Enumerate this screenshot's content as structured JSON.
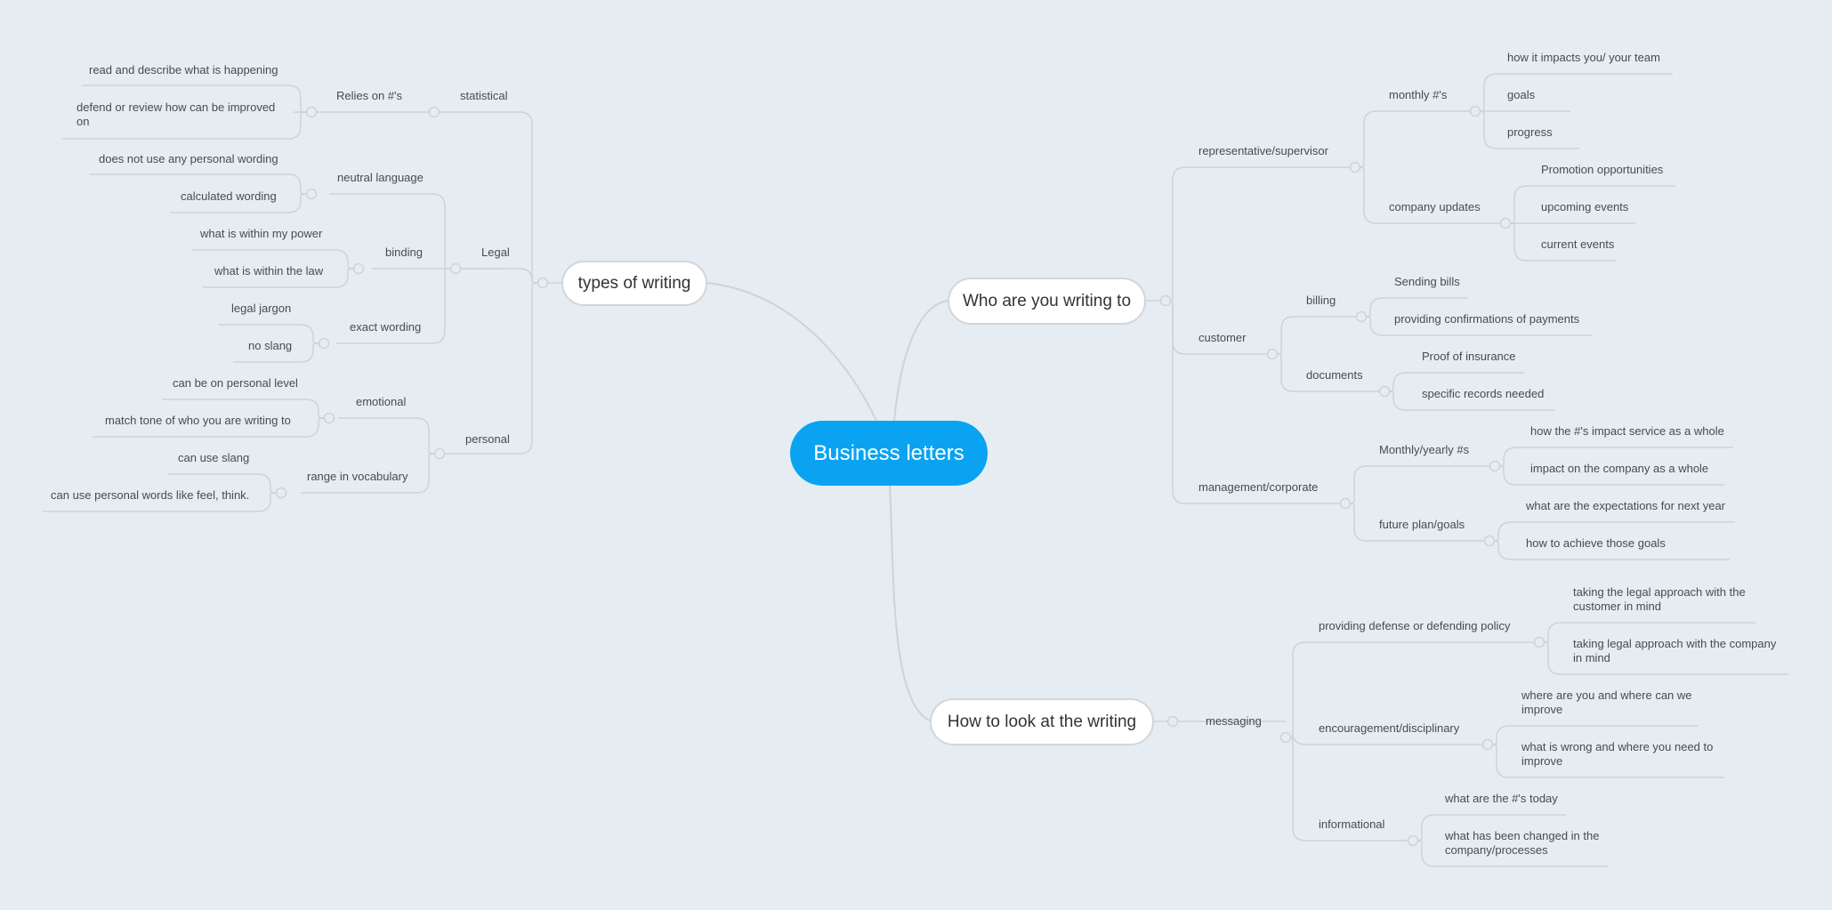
{
  "root": "Business letters",
  "branches": {
    "types_of_writing": {
      "label": "types of writing",
      "statistical": {
        "label": "statistical",
        "relies": {
          "label": "Relies on #'s",
          "items": [
            "read and describe what is happening",
            "defend or review how can be improved on"
          ]
        }
      },
      "legal": {
        "label": "Legal",
        "neutral": {
          "label": "neutral language",
          "items": [
            "does not use any personal wording",
            "calculated wording"
          ]
        },
        "binding": {
          "label": "binding",
          "items": [
            "what is within my power",
            "what is within the law"
          ]
        },
        "exact": {
          "label": "exact wording",
          "items": [
            "legal jargon",
            "no slang"
          ]
        }
      },
      "personal": {
        "label": "personal",
        "emotional": {
          "label": "emotional",
          "items": [
            "can be on personal level",
            "match tone of who you are writing to"
          ]
        },
        "range": {
          "label": "range in vocabulary",
          "items": [
            "can use slang",
            "can use personal words like feel, think."
          ]
        }
      }
    },
    "who": {
      "label": "Who are you writing to",
      "rep": {
        "label": "representative/supervisor",
        "monthly": {
          "label": "monthly #'s",
          "items": [
            "how it impacts you/ your team",
            "goals",
            "progress"
          ]
        },
        "updates": {
          "label": "company updates",
          "items": [
            "Promotion opportunities",
            "upcoming events",
            "current events"
          ]
        }
      },
      "customer": {
        "label": "customer",
        "billing": {
          "label": "billing",
          "items": [
            "Sending bills",
            "providing confirmations of payments"
          ]
        },
        "documents": {
          "label": "documents",
          "items": [
            "Proof of insurance",
            "specific records needed"
          ]
        }
      },
      "mgmt": {
        "label": "management/corporate",
        "monthly": {
          "label": "Monthly/yearly #s",
          "items": [
            "how the #'s impact service as a whole",
            "impact on the company as a whole"
          ]
        },
        "future": {
          "label": "future plan/goals",
          "items": [
            "what are the expectations for next year",
            "how to achieve those goals"
          ]
        }
      }
    },
    "how": {
      "label": "How to look at the writing",
      "messaging": {
        "label": "messaging",
        "defense": {
          "label": "providing defense or defending policy",
          "items": [
            "taking the legal approach with the  customer in mind",
            "taking legal approach with the company in mind"
          ]
        },
        "encourage": {
          "label": "encouragement/disciplinary",
          "items": [
            "where are you and where can we improve",
            "what is wrong and where you need to improve"
          ]
        },
        "info": {
          "label": "informational",
          "items": [
            "what are the #'s today",
            "what has been changed in the company/processes"
          ]
        }
      }
    }
  }
}
